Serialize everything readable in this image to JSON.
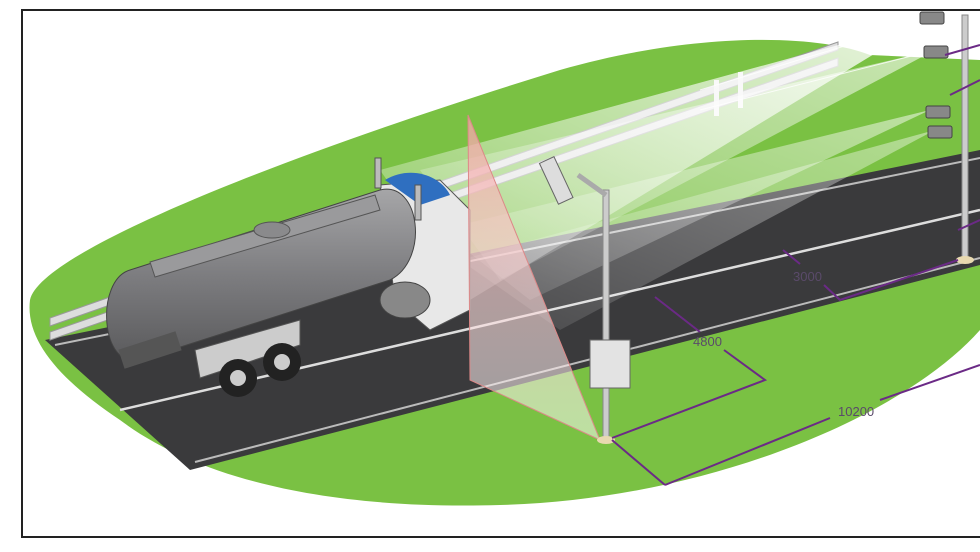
{
  "diagram": {
    "dimensions": {
      "lane_offset": "3000",
      "sensor_offset": "4800",
      "pole_spacing": "10200"
    },
    "colors": {
      "grass": "#7ac143",
      "road": "#3a3a3c",
      "dimension_line": "#6b2a86",
      "laser_plane": "#e8a0a0"
    }
  }
}
